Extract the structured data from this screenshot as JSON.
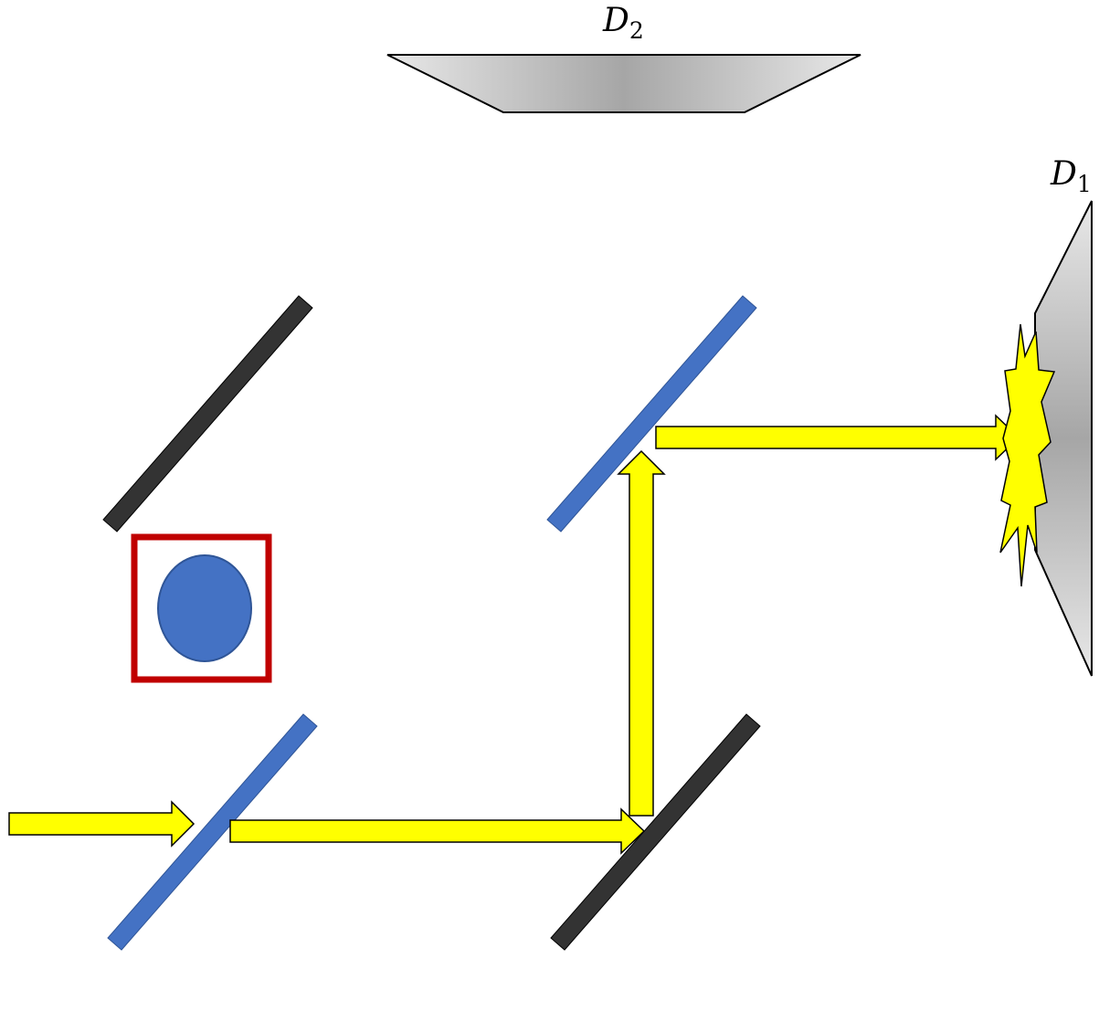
{
  "detector_top": {
    "label": "D",
    "subscript": "2"
  },
  "detector_right": {
    "label": "D",
    "subscript": "1"
  },
  "colors": {
    "beam": "#ffff00",
    "beam_outline": "#000000",
    "beam_splitter": "#4472c4",
    "mirror": "#333333",
    "object_border": "#c00000",
    "object_fill": "#4472c4",
    "detector_dark": "#a6a6a6",
    "detector_light": "#e6e6e6"
  }
}
